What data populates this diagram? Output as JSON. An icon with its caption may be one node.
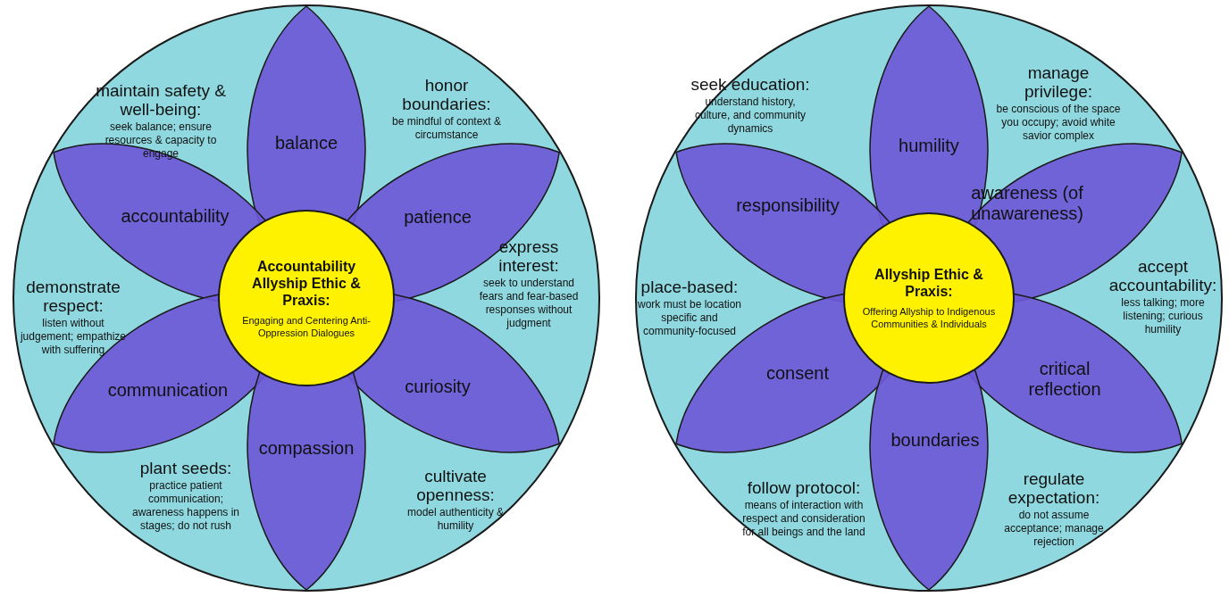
{
  "diagram": {
    "nodes": [
      {
        "text": [],
        "shape": "circle"
      },
      {
        "text": [
          "maintain safety & well-being:",
          "seek balance; ensure resources & capacity to engage"
        ],
        "in": 0
      },
      {
        "text": [
          "balance"
        ],
        "in": 0
      },
      {
        "text": [
          "honor boundaries:",
          "be mindful of context & circumstance"
        ],
        "in": 0
      },
      {
        "text": [
          "accountability"
        ],
        "in": 0
      },
      {
        "text": [
          "patience"
        ],
        "in": 0
      },
      {
        "text": [
          "Accountability Allyship Ethic & Praxis:",
          "Engaging and Centering Anti-Oppression Dialogues"
        ],
        "in": 0
      },
      {
        "text": [
          "demonstrate respect:",
          "listen without judgement; empathize with suffering"
        ],
        "in": 0
      },
      {
        "text": [
          "express interest:",
          "seek to understand fears and fear-based responses without judgment"
        ],
        "in": 0
      },
      {
        "text": [
          "communication"
        ],
        "in": 0
      },
      {
        "text": [
          "curiosity"
        ],
        "in": 0
      },
      {
        "text": [
          "compassion"
        ],
        "in": 0
      },
      {
        "text": [
          "plant seeds:",
          "practice patient communication; awareness happens in stages; do not rush"
        ],
        "in": 0
      },
      {
        "text": [
          "cultivate openness:",
          "model authenticity & humility"
        ],
        "in": 0
      },
      {
        "text": [],
        "shape": "circle"
      },
      {
        "text": [
          "seek education:",
          "understand history, culture, and community dynamics"
        ],
        "in": 14
      },
      {
        "text": [
          "humility"
        ],
        "in": 14
      },
      {
        "text": [
          "manage privilege:",
          "be conscious of the space you occupy; avoid white savior complex"
        ],
        "in": 14
      },
      {
        "text": [
          "responsibility"
        ],
        "in": 14
      },
      {
        "text": [
          "awareness (of unawareness)"
        ],
        "in": 14
      },
      {
        "text": [
          "Allyship Ethic & Praxis:",
          "Offering Allyship to Indigenous Communities & Individuals"
        ],
        "in": 14
      },
      {
        "text": [
          "place-based:",
          "work must be location specific and community-focused"
        ],
        "in": 14
      },
      {
        "text": [
          "accept accountability:",
          "less talking; more listening; curious humility"
        ],
        "in": 14
      },
      {
        "text": [
          "consent"
        ],
        "in": 14
      },
      {
        "text": [
          "critical reflection"
        ],
        "in": 14
      },
      {
        "text": [
          "boundaries"
        ],
        "in": 14
      },
      {
        "text": [
          "follow protocol:",
          "means of interaction with respect and consideration for all beings and the land"
        ],
        "in": 14
      },
      {
        "text": [
          "regulate expectation:",
          "do not assume acceptance; manage rejection"
        ],
        "in": 14
      }
    ]
  }
}
